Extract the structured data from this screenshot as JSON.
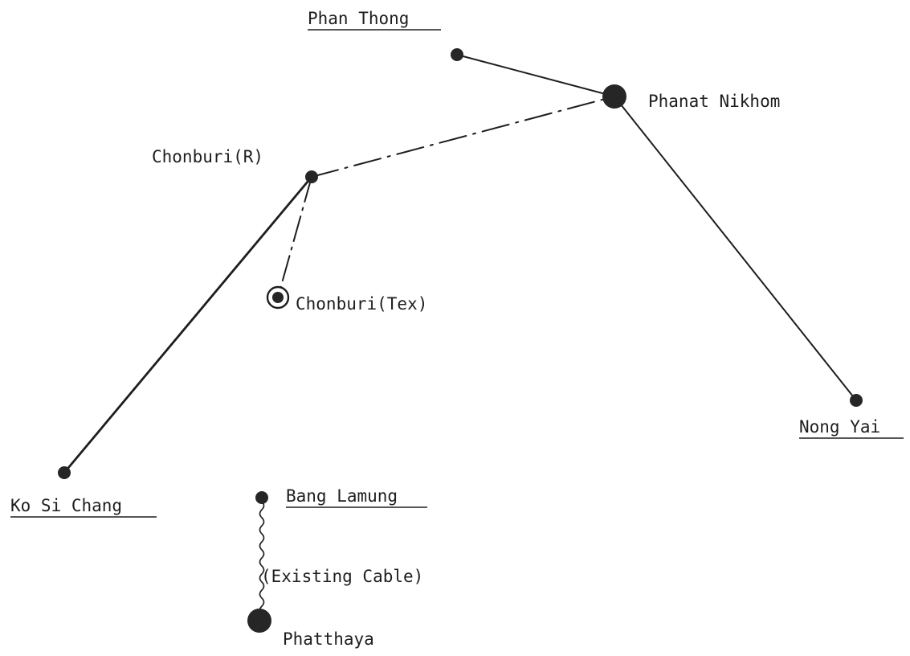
{
  "stations": [
    {
      "id": "phan_thong",
      "label": "Phan Thong",
      "underlined": true,
      "symbol": "small-dot"
    },
    {
      "id": "phanat_nikhom",
      "label": "Phanat Nikhom",
      "underlined": false,
      "symbol": "large-dot"
    },
    {
      "id": "chonburi_r",
      "label": "Chonburi(R)",
      "underlined": false,
      "symbol": "small-dot"
    },
    {
      "id": "chonburi_tex",
      "label": "Chonburi(Tex)",
      "underlined": false,
      "symbol": "ringed-dot"
    },
    {
      "id": "nong_yai",
      "label": "Nong Yai",
      "underlined": true,
      "symbol": "small-dot"
    },
    {
      "id": "ko_si_chang",
      "label": "Ko Si Chang",
      "underlined": true,
      "symbol": "small-dot"
    },
    {
      "id": "bang_lamung",
      "label": "Bang Lamung",
      "underlined": true,
      "symbol": "small-dot"
    },
    {
      "id": "phatthaya",
      "label": "Phatthaya",
      "underlined": false,
      "symbol": "large-dot"
    }
  ],
  "links": [
    {
      "from": "phan_thong",
      "to": "phanat_nikhom",
      "style": "solid"
    },
    {
      "from": "phanat_nikhom",
      "to": "nong_yai",
      "style": "solid"
    },
    {
      "from": "chonburi_r",
      "to": "phanat_nikhom",
      "style": "dash-dot"
    },
    {
      "from": "chonburi_r",
      "to": "chonburi_tex",
      "style": "dash-dot"
    },
    {
      "from": "chonburi_r",
      "to": "ko_si_chang",
      "style": "solid-bold"
    },
    {
      "from": "bang_lamung",
      "to": "phatthaya",
      "style": "wavy-cable",
      "label": "(Existing Cable)"
    }
  ],
  "colors": {
    "ink": "#1e1e1e",
    "background": "#ffffff"
  }
}
